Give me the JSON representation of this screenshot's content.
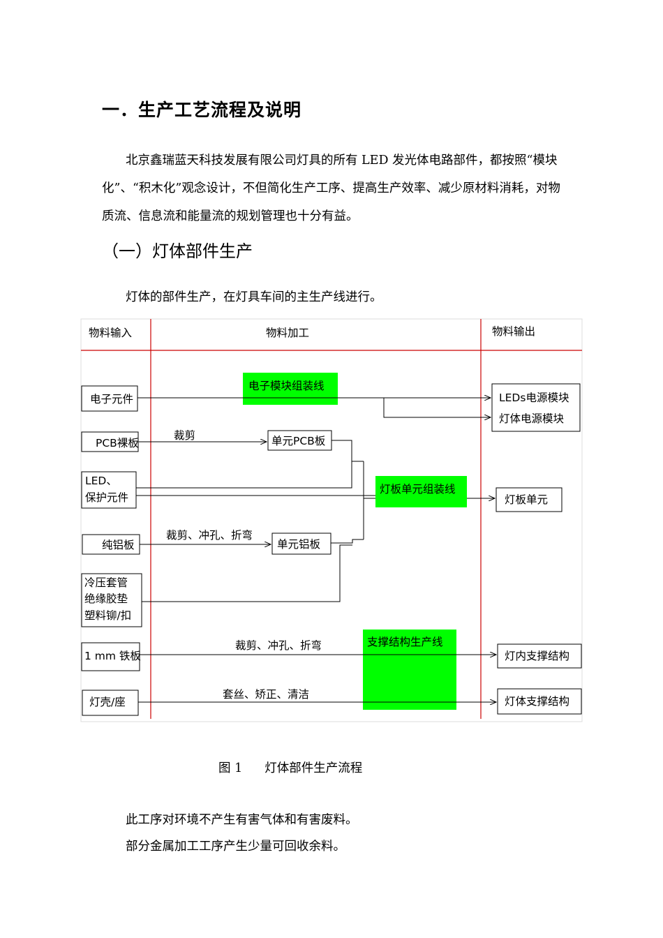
{
  "heading": "一．生产工艺流程及说明",
  "intro": "北京鑫瑞蓝天科技发展有限公司灯具的所有 LED 发光体电路部件，都按照“模块化”、“积木化”观念设计，不但简化生产工序、提高生产效率、减少原材料消耗，对物质流、信息流和能量流的规划管理也十分有益。",
  "subheading": "（一）灯体部件生产",
  "lead": "灯体的部件生产，在灯具车间的主生产线进行。",
  "diagram": {
    "columns": {
      "input": "物料输入",
      "process": "物料加工",
      "output": "物料输出"
    },
    "inputs": {
      "electronic": "电子元件",
      "pcb": "PCB裸板",
      "led_1": "LED、",
      "led_2": "保护元件",
      "aluminum": "纯铝板",
      "misc_1": "冷压套管",
      "misc_2": "绝缘胶垫",
      "misc_3": "塑料铆/扣",
      "iron": "1 mm 铁板",
      "shell": "灯壳/座"
    },
    "processes": {
      "electronic_line": "电子模块组装线",
      "unit_pcb": "单元PCB板",
      "unit_aluminum": "单元铝板",
      "lamp_board_line": "灯板单元组装线",
      "support_line": "支撑结构生产线"
    },
    "operations": {
      "cut": "裁剪",
      "cut_punch_bend_1": "裁剪、冲孔、折弯",
      "cut_punch_bend_2": "裁剪、冲孔、折弯",
      "thread_correct_clean": "套丝、矫正、清洁"
    },
    "outputs": {
      "leds_power": "LEDs电源模块",
      "lamp_power": "灯体电源模块",
      "lamp_board": "灯板单元",
      "inner_support": "灯内支撑结构",
      "body_support": "灯体支撑结构"
    },
    "colors": {
      "green": "#00ff00",
      "red_line": "#cc0000"
    }
  },
  "caption": {
    "label": "图 1",
    "text": "灯体部件生产流程"
  },
  "notes": [
    "此工序对环境不产生有害气体和有害废料。",
    "部分金属加工工序产生少量可回收余料。"
  ]
}
